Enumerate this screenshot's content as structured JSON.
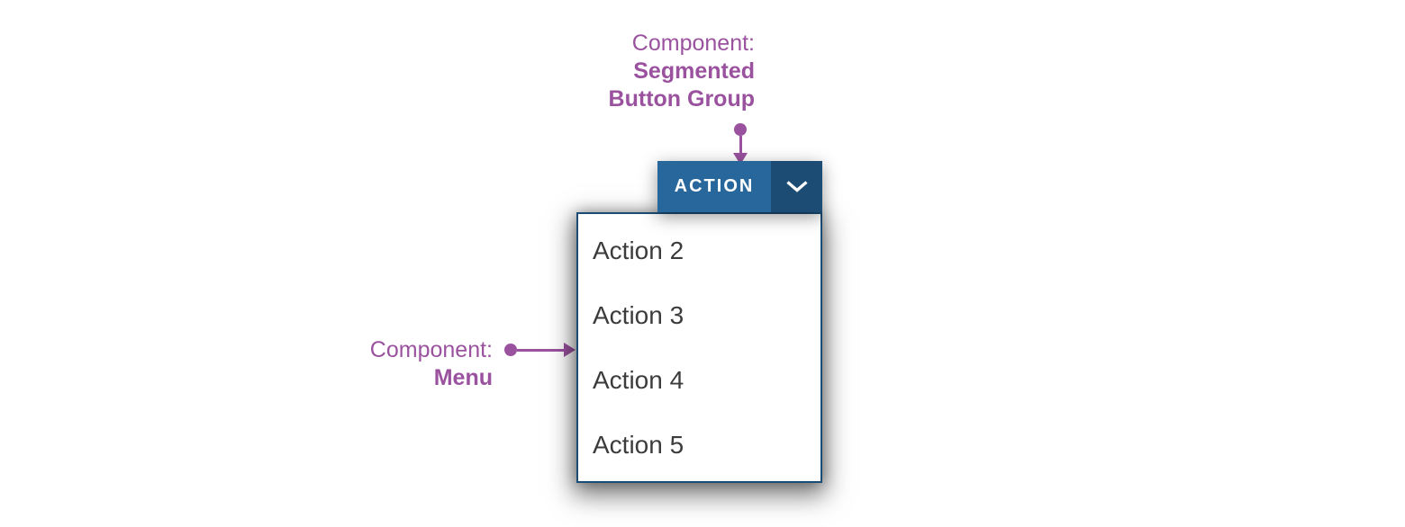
{
  "annotations": {
    "segmented_button_group": {
      "prefix": "Component:",
      "name_line1": "Segmented",
      "name_line2": "Button Group"
    },
    "menu": {
      "prefix": "Component:",
      "name": "Menu"
    }
  },
  "segmented_button": {
    "action_label": "ACTION",
    "dropdown_icon": "chevron-down-icon"
  },
  "menu": {
    "items": [
      {
        "label": "Action 2"
      },
      {
        "label": "Action 3"
      },
      {
        "label": "Action 4"
      },
      {
        "label": "Action 5"
      }
    ]
  },
  "colors": {
    "annotation_purple": "#9A529F",
    "button_primary_blue": "#28679B",
    "button_dark_blue": "#1C4C74",
    "menu_item_text": "#3C3C3C",
    "page_bg": "#FFFFFF"
  }
}
